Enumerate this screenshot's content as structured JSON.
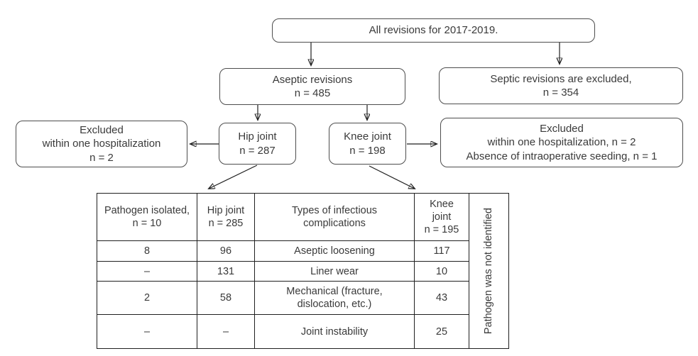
{
  "diagram": {
    "boxes": {
      "all_revisions": "All revisions for 2017-2019.",
      "aseptic": "Aseptic revisions\nn = 485",
      "septic": "Septic revisions are excluded,\nn = 354",
      "excluded_left": "Excluded\nwithin one hospitalization\nn = 2",
      "hip": "Hip joint\nn = 287",
      "knee": "Knee joint\nn = 198",
      "excluded_right": "Excluded\nwithin one hospitalization, n = 2\nAbsence of intraoperative seeding, n = 1"
    },
    "colors": {
      "background": "#ffffff",
      "text": "#3a3a3a",
      "line": "#1f1f1f",
      "box_border": "#4d4d4d"
    }
  },
  "table": {
    "headers": [
      "Pathogen isolated,\nn = 10",
      "Hip joint\nn = 285",
      "Types of infectious\ncomplications",
      "Knee\njoint\nn = 195"
    ],
    "side_label": "Pathogen was not identified",
    "rows": [
      [
        "8",
        "96",
        "Aseptic loosening",
        "117"
      ],
      [
        "–",
        "131",
        "Liner wear",
        "10"
      ],
      [
        "2",
        "58",
        "Mechanical (fracture,\ndislocation, etc.)",
        "43"
      ],
      [
        "–",
        "–",
        "Joint instability",
        "25"
      ]
    ]
  }
}
